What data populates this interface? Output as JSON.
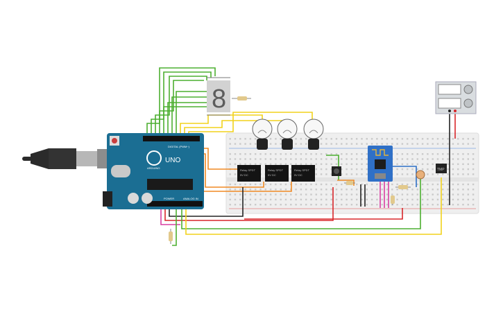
{
  "arduino": {
    "brand": "ARDUINO",
    "model": "UNO",
    "digital_header_label": "DIGITAL (PWM~)",
    "power_label": "POWER",
    "analog_label": "ANALOG IN",
    "board_color": "#1b6e93"
  },
  "seven_segment": {
    "digit": "8",
    "segment_color": "#5c5c5c"
  },
  "relays": [
    {
      "label": "Relay SPDT",
      "rating": "5V DC"
    },
    {
      "label": "Relay SPDT",
      "rating": "5V DC"
    },
    {
      "label": "Relay SPDT",
      "rating": "5V DC"
    }
  ],
  "esp_module": {
    "color": "#2f70c7"
  },
  "sensor": {
    "label": "TMP"
  },
  "power_supply": {
    "color": "#d9dde0"
  },
  "wire_colors": {
    "green": "#4caf30",
    "yellow": "#f2d21b",
    "red": "#d8262a",
    "black": "#222222",
    "orange": "#f08a24",
    "magenta": "#d83fa2"
  }
}
